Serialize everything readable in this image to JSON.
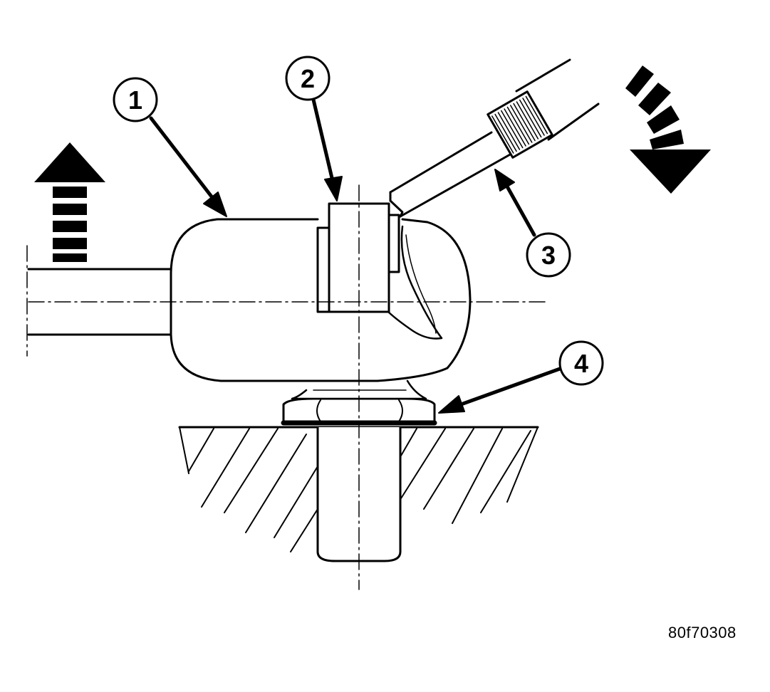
{
  "figure_code": "80f70308",
  "callouts": [
    {
      "id": "1",
      "label": "1"
    },
    {
      "id": "2",
      "label": "2"
    },
    {
      "id": "3",
      "label": "3"
    },
    {
      "id": "4",
      "label": "4"
    }
  ],
  "colors": {
    "ink": "#000000",
    "paper": "#ffffff"
  },
  "icons": {
    "lift_direction": "arrow-up-dashed-icon",
    "rotate_direction": "arrow-curved-down-right-icon"
  }
}
